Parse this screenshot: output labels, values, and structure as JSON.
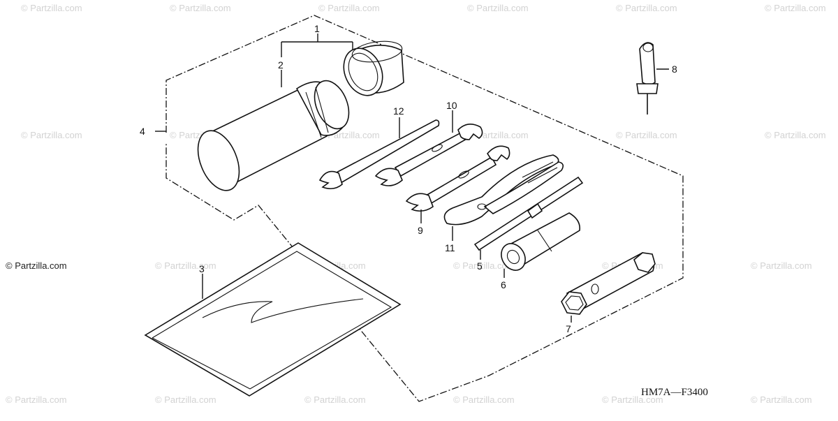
{
  "diagram": {
    "callouts": [
      "1",
      "2",
      "3",
      "4",
      "5",
      "6",
      "7",
      "8",
      "9",
      "10",
      "11",
      "12"
    ],
    "figure_code": "HM7A—F3400",
    "watermark": "© Partzilla.com",
    "watermark_dark": "© Partzilla.com",
    "colors": {
      "ink": "#111111",
      "watermark": "#d2d2d2",
      "background": "#ffffff"
    }
  }
}
